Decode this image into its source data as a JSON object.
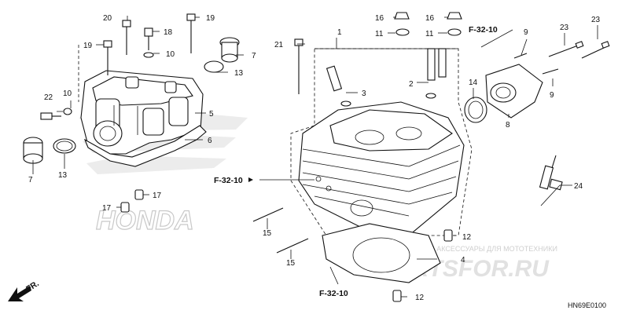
{
  "callouts": {
    "c1": "1",
    "c2": "2",
    "c3": "3",
    "c4": "4",
    "c5": "5",
    "c6": "6",
    "c7a": "7",
    "c7b": "7",
    "c8": "8",
    "c9a": "9",
    "c9b": "9",
    "c10a": "10",
    "c10b": "10",
    "c11a": "11",
    "c11b": "11",
    "c12a": "12",
    "c12b": "12",
    "c13a": "13",
    "c13b": "13",
    "c14": "14",
    "c15a": "15",
    "c15b": "15",
    "c16a": "16",
    "c16b": "16",
    "c17a": "17",
    "c17b": "17",
    "c18": "18",
    "c19a": "19",
    "c19b": "19",
    "c20": "20",
    "c21": "21",
    "c22": "22",
    "c23a": "23",
    "c23b": "23",
    "c24": "24"
  },
  "references": {
    "ref_top": "F-32-10",
    "ref_mid": "F-32-10",
    "ref_bottom": "F-32-10"
  },
  "direction_label": "FR.",
  "diagram_code": "HN69E0100",
  "brand_watermark": "HONDA",
  "watermark": {
    "tagline": "ЗАПЧАСТИ И АКСЕССУАРЫ ДЛЯ МОТОТЕХНИКИ",
    "site": "PARTSFOR.RU"
  }
}
